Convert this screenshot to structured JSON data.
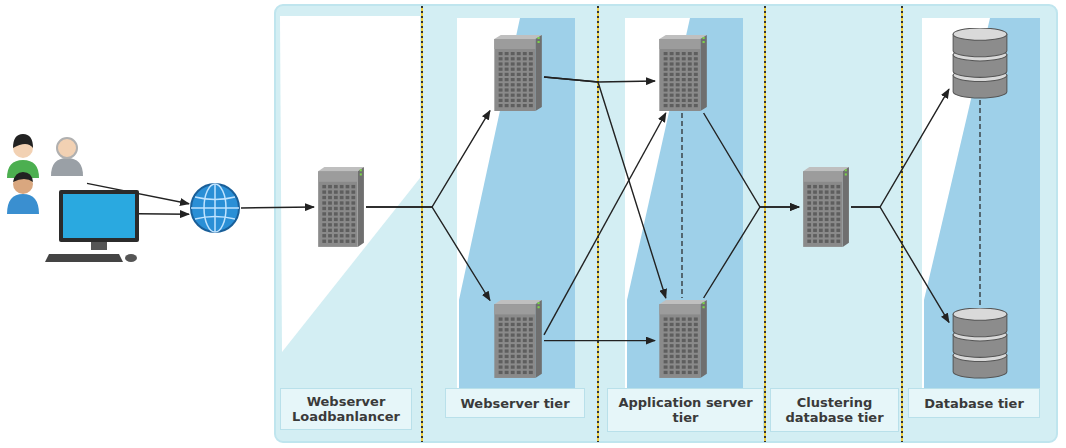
{
  "diagram": {
    "nodes": [
      {
        "text": []
      },
      {
        "text": []
      },
      {
        "text": []
      },
      {
        "text": []
      },
      {
        "text": []
      },
      {
        "text": []
      },
      {
        "text": []
      },
      {
        "text": []
      },
      {
        "text": []
      },
      {
        "text": []
      },
      {
        "text": []
      },
      {
        "text": [
          "Webserver Loadbanlancer"
        ]
      },
      {
        "text": [
          "Webserver tier"
        ]
      },
      {
        "text": [
          "Application server tier"
        ]
      },
      {
        "text": [
          "Clustering database tier"
        ]
      },
      {
        "text": [
          "Database tier"
        ]
      }
    ],
    "edges": [
      {
        "from": 0,
        "to": 2,
        "arrow": "to"
      },
      {
        "from": 1,
        "to": 2,
        "arrow": "to"
      },
      {
        "from": 2,
        "to": 3,
        "arrow": "to"
      },
      {
        "from": 3,
        "to": 4,
        "arrow": "to"
      },
      {
        "from": 3,
        "to": 5,
        "arrow": "to"
      },
      {
        "from": 4,
        "to": 6,
        "arrow": "to"
      },
      {
        "from": 4,
        "to": 7,
        "arrow": "to"
      },
      {
        "from": 5,
        "to": 6,
        "arrow": "to"
      },
      {
        "from": 5,
        "to": 7,
        "arrow": "to"
      },
      {
        "from": 6,
        "to": 8,
        "arrow": "to"
      },
      {
        "from": 7,
        "to": 8,
        "arrow": "to"
      },
      {
        "from": 8,
        "to": 9,
        "arrow": "to"
      },
      {
        "from": 8,
        "to": 10,
        "arrow": "to"
      },
      {
        "from": 6,
        "to": 7,
        "arrow": "none"
      },
      {
        "from": 9,
        "to": 10,
        "arrow": "none"
      }
    ]
  }
}
